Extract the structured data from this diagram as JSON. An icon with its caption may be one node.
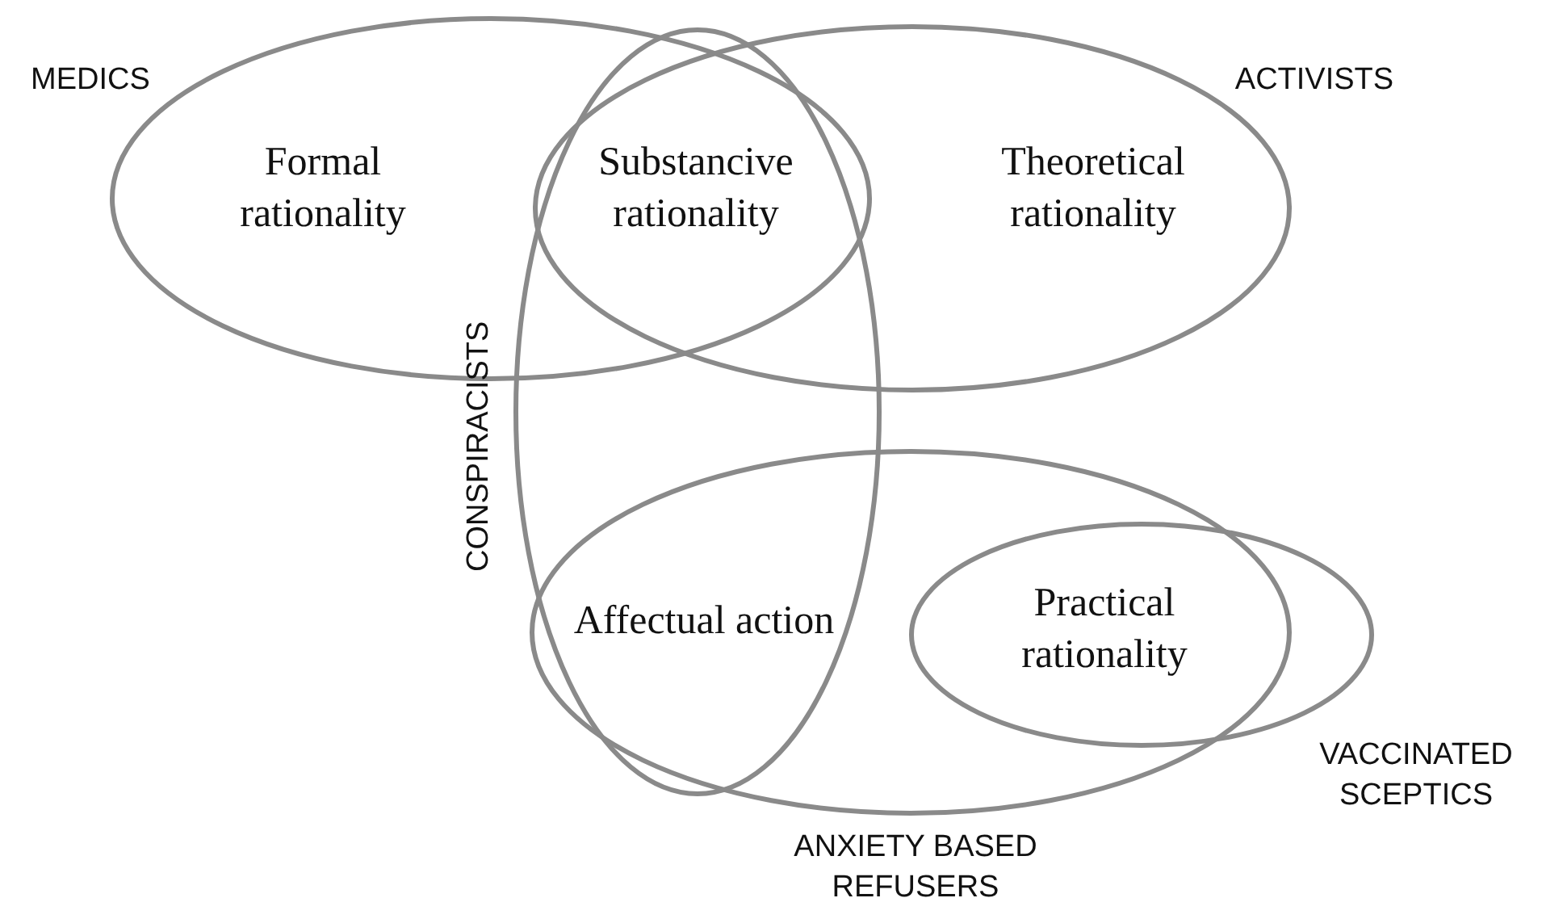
{
  "diagram": {
    "nodes": [
      {
        "text": [
          "MEDICS",
          "Formal rationality"
        ]
      },
      {
        "text": [
          "ACTIVISTS",
          "Theoretical rationality"
        ]
      },
      {
        "text": [
          "CONSPIRACISTS"
        ]
      },
      {
        "text": [
          "Affectual action",
          "ANXIETY BASED REFUSERS"
        ]
      },
      {
        "text": [
          "Practical rationality",
          "VACCINATED SCEPTICS"
        ]
      }
    ],
    "labels": [
      "Substancive rationality"
    ]
  }
}
